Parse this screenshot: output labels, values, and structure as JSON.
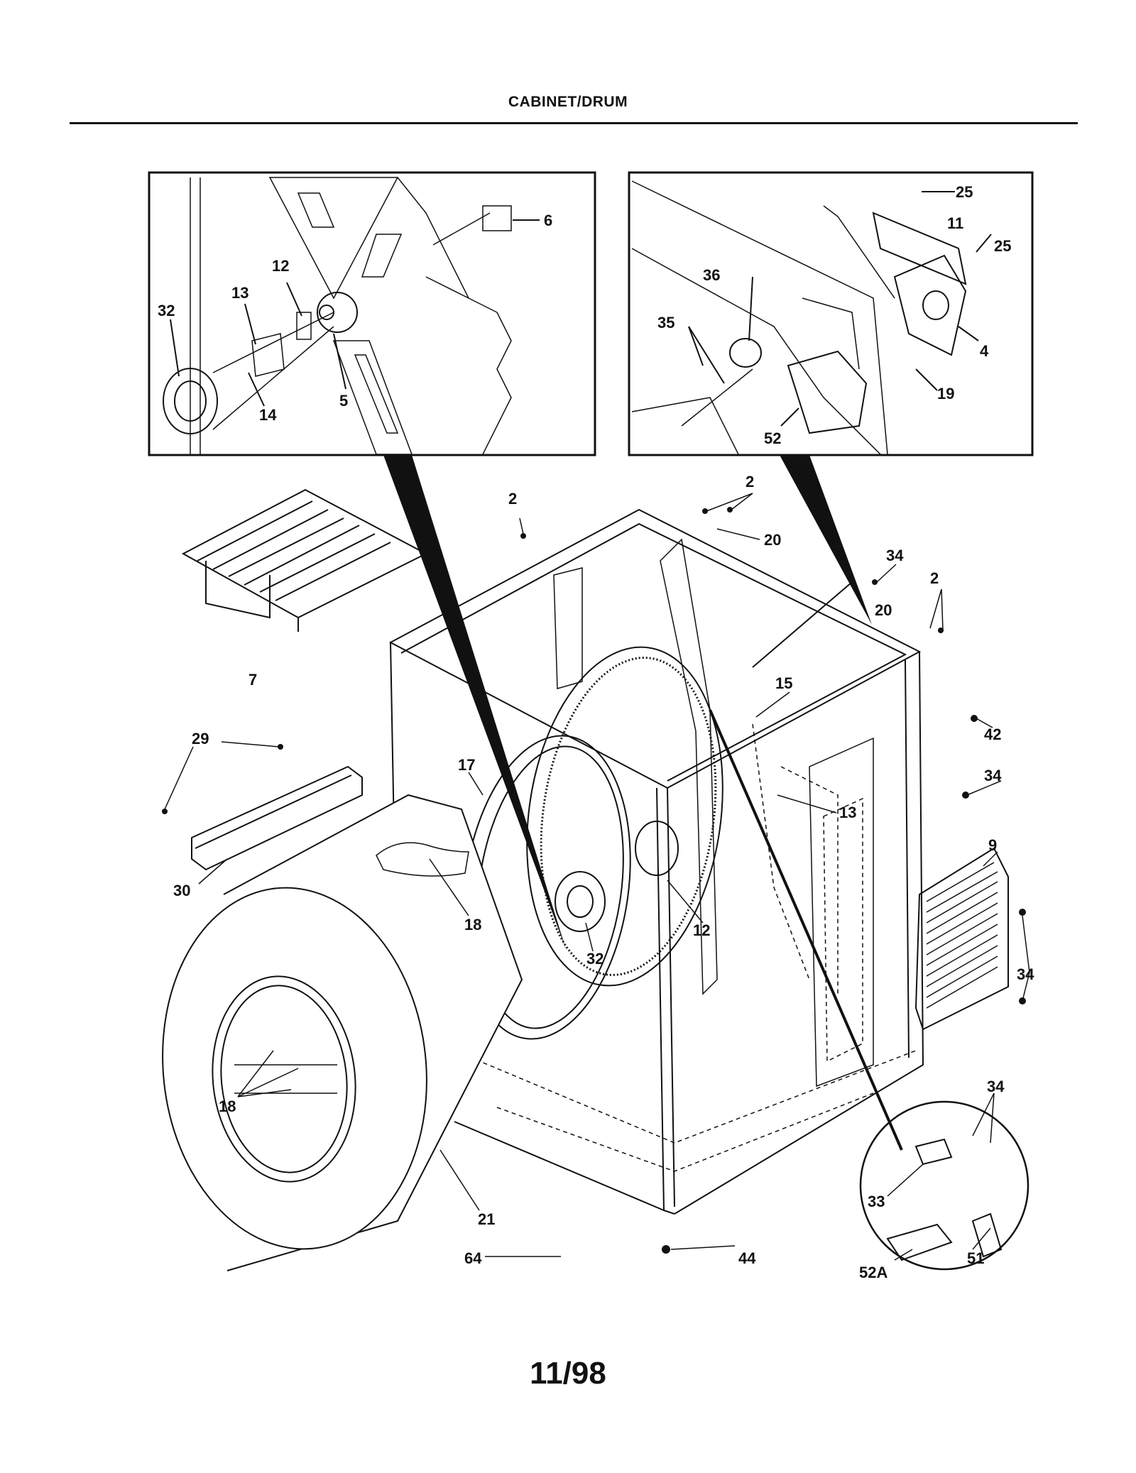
{
  "header": {
    "title": "CABINET/DRUM"
  },
  "footer": {
    "page_number": "11/98"
  },
  "callouts": {
    "inset_left": {
      "c6": "6",
      "c12": "12",
      "c13": "13",
      "c32": "32",
      "c14": "14",
      "c5": "5"
    },
    "inset_right": {
      "c25a": "25",
      "c11": "11",
      "c25b": "25",
      "c36": "36",
      "c35": "35",
      "c4": "4",
      "c19": "19",
      "c52": "52"
    },
    "main": {
      "c2a": "2",
      "c2b": "2",
      "c20a": "20",
      "c34a": "34",
      "c2c": "2",
      "c20b": "20",
      "c7": "7",
      "c15": "15",
      "c42": "42",
      "c29": "29",
      "c17": "17",
      "c34b": "34",
      "c13": "13",
      "c9": "9",
      "c30": "30",
      "c18a": "18",
      "c12": "12",
      "c32": "32",
      "c34c": "34",
      "c18b": "18",
      "c34d": "34",
      "c33": "33",
      "c21": "21",
      "c64": "64",
      "c44": "44",
      "c52a": "52A",
      "c51": "51"
    }
  }
}
